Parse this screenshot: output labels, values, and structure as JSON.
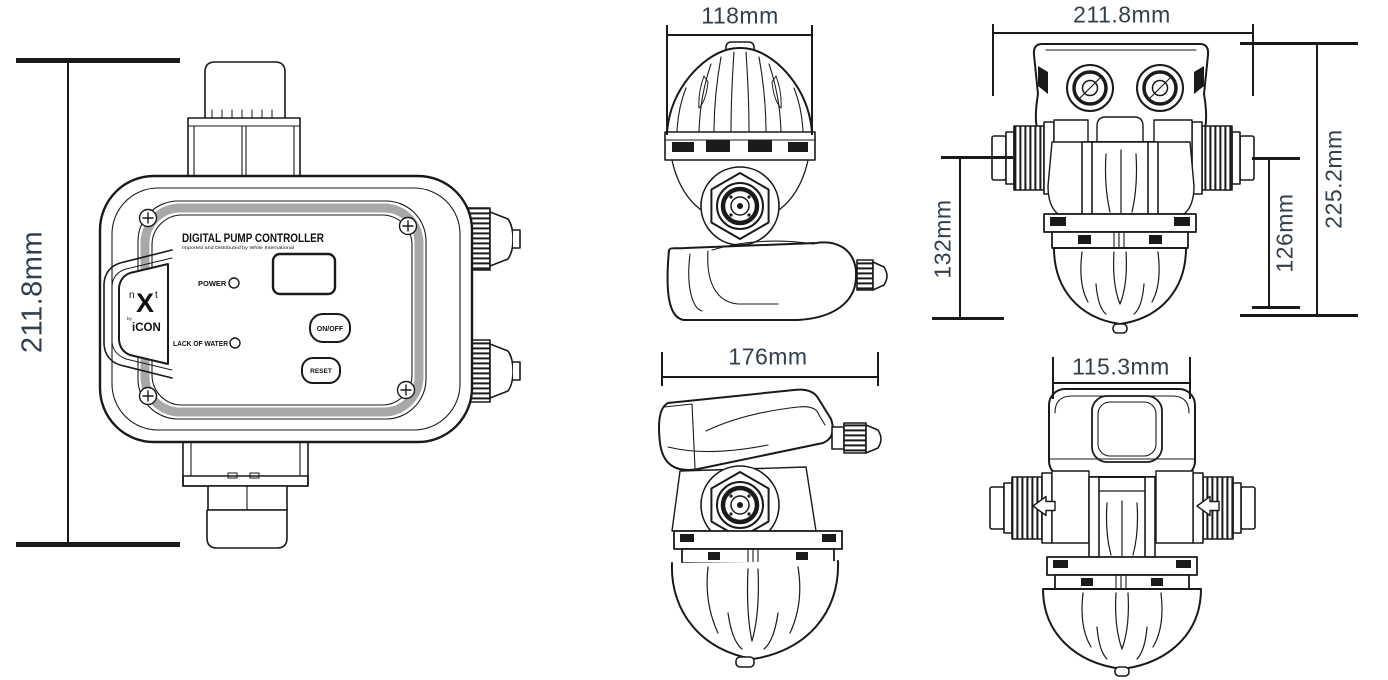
{
  "drawing": {
    "front_panel_view": {
      "dimension_height": "211.8mm",
      "panel": {
        "title": "DIGITAL PUMP CONTROLLER",
        "subtitle": "Imported and Distributed by White International",
        "power_label": "POWER",
        "lack_of_water_label": "LACK OF WATER",
        "on_off_button": "ON/OFF",
        "reset_button": "RESET",
        "logo": {
          "n": "n",
          "x": "X",
          "t": "t",
          "by": "by",
          "brand": "iCON"
        }
      }
    },
    "side_view_top": {
      "dimension_width": "118mm"
    },
    "rear_view": {
      "dimension_width": "211.8mm",
      "dimension_left_height": "132mm",
      "dimension_right_inner_height": "126mm",
      "dimension_right_outer_height": "225.2mm"
    },
    "side_view_bottom": {
      "dimension_width": "176mm"
    },
    "front_pipe_view": {
      "dimension_width": "115.3mm"
    }
  },
  "colors": {
    "line": "#1a1a1a",
    "dimension_text": "#32404e",
    "panel_band": "#a8a8a8"
  }
}
